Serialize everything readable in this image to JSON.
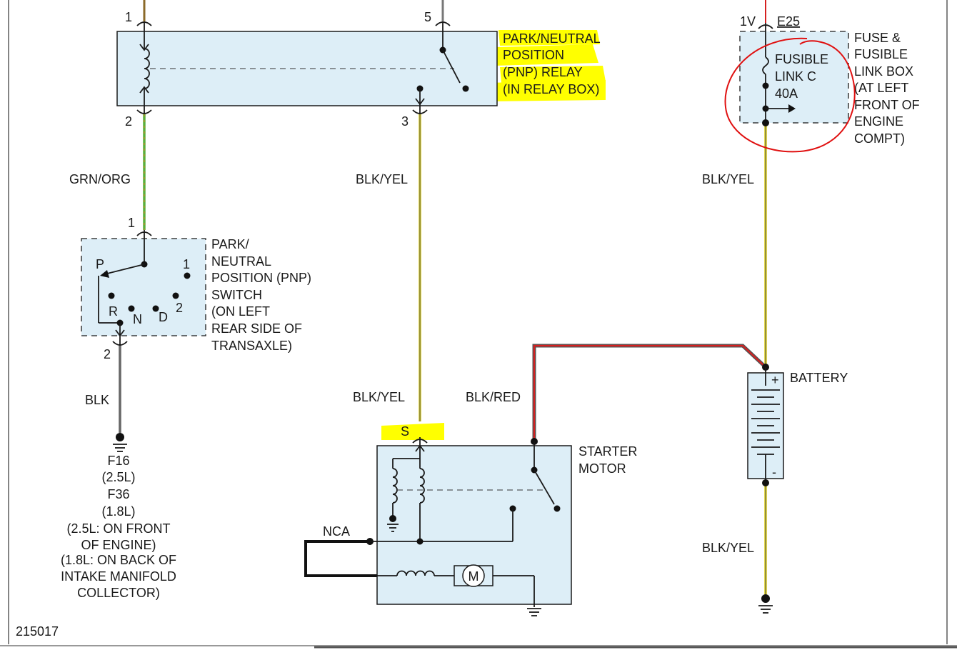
{
  "diagram_id": "215017",
  "colors": {
    "highlight_yellow": "#ffff00",
    "annotation_red": "#e01010",
    "panel_fill": "#ddeef7",
    "wire_green": "#5ab03c",
    "wire_orange": "#e07a20",
    "wire_black": "#555555",
    "wire_yellow": "#d8cc1a",
    "wire_red": "#d62020",
    "wire_brown": "#8b6a2a"
  },
  "pnp_relay": {
    "pins": {
      "p1": "1",
      "p2": "2",
      "p3": "3",
      "p5": "5"
    },
    "label_lines": [
      "PARK/NEUTRAL",
      "POSITION",
      "(PNP) RELAY",
      "(IN RELAY BOX)"
    ]
  },
  "fuse_box": {
    "pin": "1V",
    "connector": "E25",
    "fuse_label_lines": [
      "FUSIBLE",
      "LINK C",
      "40A"
    ],
    "label_lines": [
      "FUSE &",
      "FUSIBLE",
      "LINK BOX",
      "(AT LEFT",
      "FRONT OF",
      "ENGINE",
      "COMPT)"
    ]
  },
  "pnp_switch": {
    "pins": {
      "p1": "1",
      "p2": "2"
    },
    "positions": {
      "p": "P",
      "r": "R",
      "n": "N",
      "d": "D",
      "one": "1",
      "two": "2"
    },
    "label_lines": [
      "PARK/",
      "NEUTRAL",
      "POSITION (PNP)",
      "SWITCH",
      "(ON LEFT",
      "REAR SIDE OF",
      "TRANSAXLE)"
    ]
  },
  "ground_left": {
    "label_lines": [
      "F16",
      "(2.5L)",
      "F36",
      "(1.8L)",
      "(2.5L: ON FRONT",
      "OF ENGINE)",
      "(1.8L: ON BACK OF",
      "INTAKE MANIFOLD",
      "COLLECTOR)"
    ]
  },
  "starter_motor": {
    "terminal": "S",
    "nca_label": "NCA",
    "motor_symbol": "M",
    "label_lines": [
      "STARTER",
      "MOTOR"
    ]
  },
  "battery": {
    "label": "BATTERY",
    "plus": "+",
    "minus": "-"
  },
  "wires": {
    "grn_org": "GRN/ORG",
    "blk_yel_relay": "BLK/YEL",
    "blk_yel_fuse": "BLK/YEL",
    "blk_yel_starter": "BLK/YEL",
    "blk_red": "BLK/RED",
    "blk": "BLK",
    "blk_yel_battery": "BLK/YEL"
  }
}
